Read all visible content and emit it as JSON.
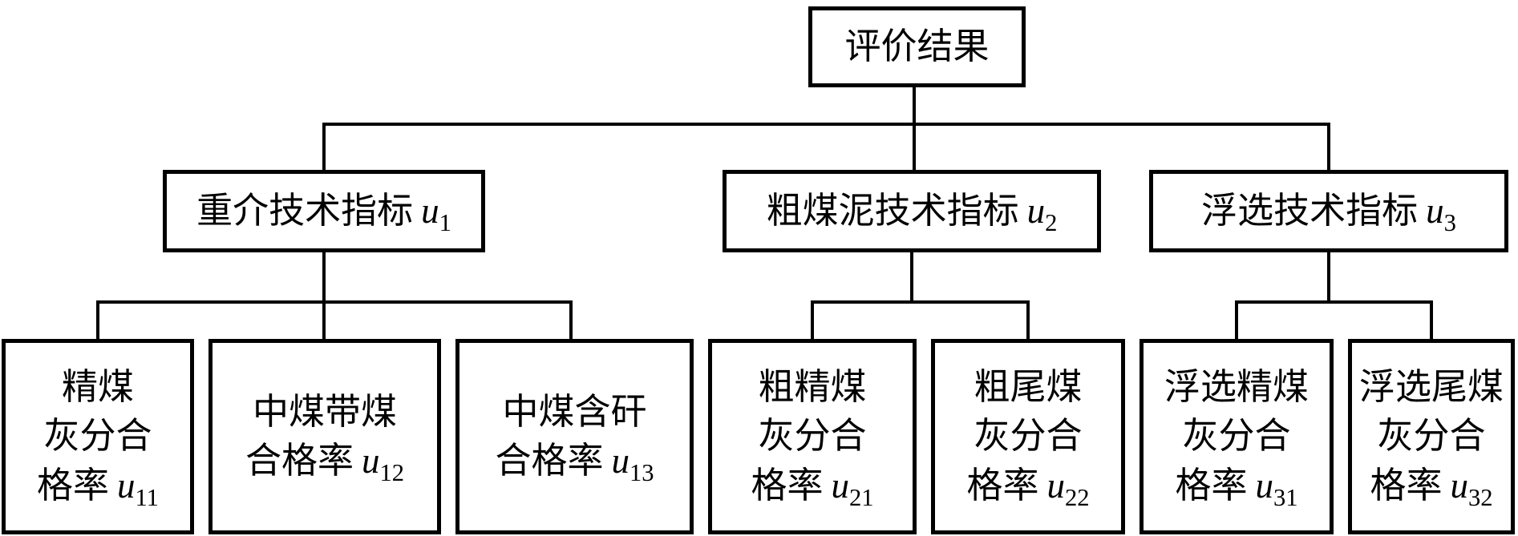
{
  "diagram": {
    "colors": {
      "line": "#000000",
      "background": "#ffffff",
      "text": "#000000"
    },
    "root": {
      "label": "评价结果"
    },
    "level2": [
      {
        "label": "重介技术指标",
        "var": "u",
        "sub": "1"
      },
      {
        "label": "粗煤泥技术指标",
        "var": "u",
        "sub": "2"
      },
      {
        "label": "浮选技术指标",
        "var": "u",
        "sub": "3"
      }
    ],
    "level3": [
      {
        "line1": "精煤",
        "line2": "灰分合",
        "line3": "格率",
        "var": "u",
        "sub": "11"
      },
      {
        "line1": "中煤带煤",
        "line2": "合格率",
        "var": "u",
        "sub": "12"
      },
      {
        "line1": "中煤含矸",
        "line2": "合格率",
        "var": "u",
        "sub": "13"
      },
      {
        "line1": "粗精煤",
        "line2": "灰分合",
        "line3": "格率",
        "var": "u",
        "sub": "21"
      },
      {
        "line1": "粗尾煤",
        "line2": "灰分合",
        "line3": "格率",
        "var": "u",
        "sub": "22"
      },
      {
        "line1": "浮选精煤",
        "line2": "灰分合",
        "line3": "格率",
        "var": "u",
        "sub": "31"
      },
      {
        "line1": "浮选尾煤",
        "line2": "灰分合",
        "line3": "格率",
        "var": "u",
        "sub": "32"
      }
    ]
  }
}
